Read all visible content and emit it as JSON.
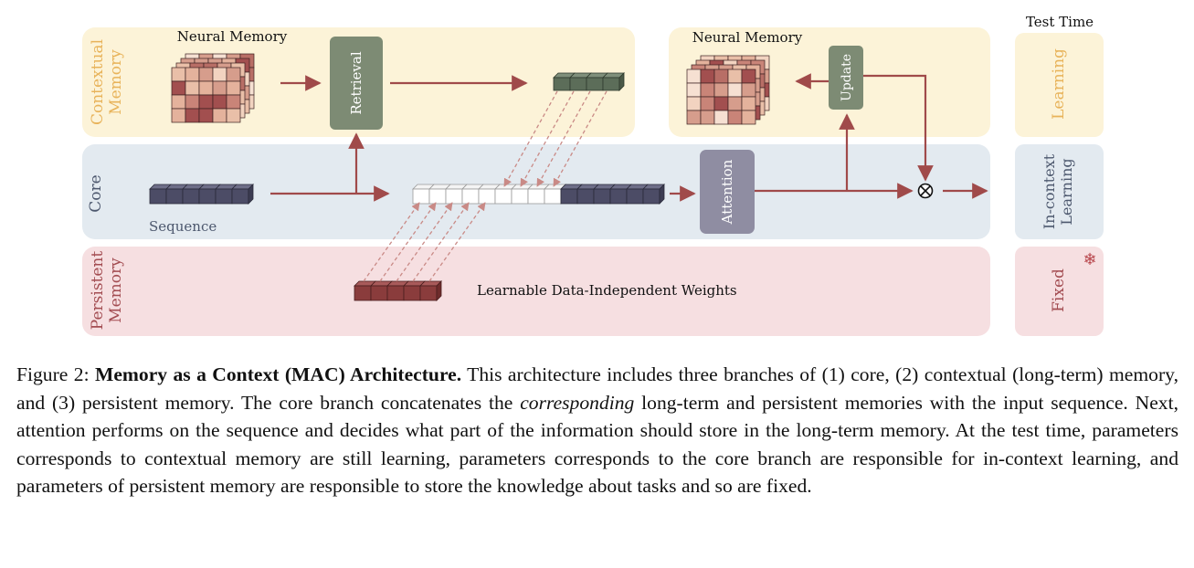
{
  "diagram": {
    "test_time_header": "Test Time",
    "branches": {
      "contextual": "Contextual Memory",
      "core": "Core",
      "persistent": "Persistent Memory"
    },
    "neural_memory_left": "Neural Memory",
    "neural_memory_right": "Neural Memory",
    "retrieval": "Retrieval",
    "update": "Update",
    "attention": "Attention",
    "sequence": "Sequence",
    "persistent_weights": "Learnable Data-Independent Weights",
    "test_time": {
      "learning": "Learning",
      "in_context": "In-context Learning",
      "fixed": "Fixed"
    },
    "colors": {
      "contextual_bg": "#fcf3d8",
      "contextual_text": "#e8b35a",
      "core_bg": "#e3eaf0",
      "core_text": "#4d586e",
      "persistent_bg": "#f6dfe1",
      "persistent_text": "#a34d52",
      "arrow": "#a04a4a",
      "green_box": "#7d8b74",
      "attention_box": "#8f8da2"
    }
  },
  "caption": {
    "prefix": "Figure 2: ",
    "bold_title": "Memory as a Context (MAC) Architecture.",
    "body_1": " This architecture includes three branches of (1) core, (2) contextual (long-term) memory, and (3) persistent memory. The core branch concatenates the ",
    "italic_word": "corresponding",
    "body_2": " long-term and persistent memories with the input sequence. Next, attention performs on the sequence and decides what part of the information should store in the long-term memory. At the test time, parameters corresponds to contextual memory are still learning, parameters corresponds to the core branch are responsible for in-context learning, and parameters of persistent memory are responsible to store the knowledge about tasks and so are fixed."
  }
}
